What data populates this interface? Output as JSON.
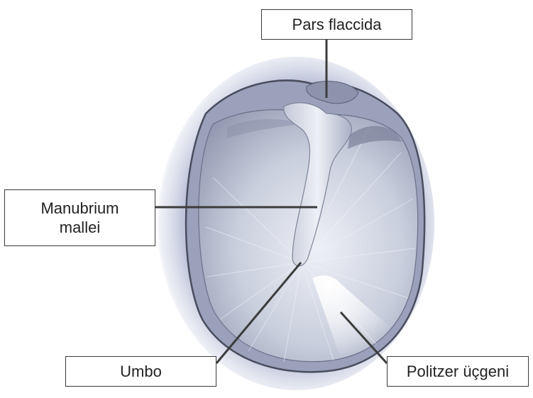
{
  "labels": {
    "pars_flaccida": "Pars flaccida",
    "manubrium_mallei": "Manubrium\nmallei",
    "umbo": "Umbo",
    "politzer": "Politzer üçgeni"
  },
  "colors": {
    "membrane": "#d4d8e6",
    "membrane_shadow": "#9aa0b8",
    "rim": "#4a4d5e",
    "leader_line": "#3c3c3c"
  }
}
